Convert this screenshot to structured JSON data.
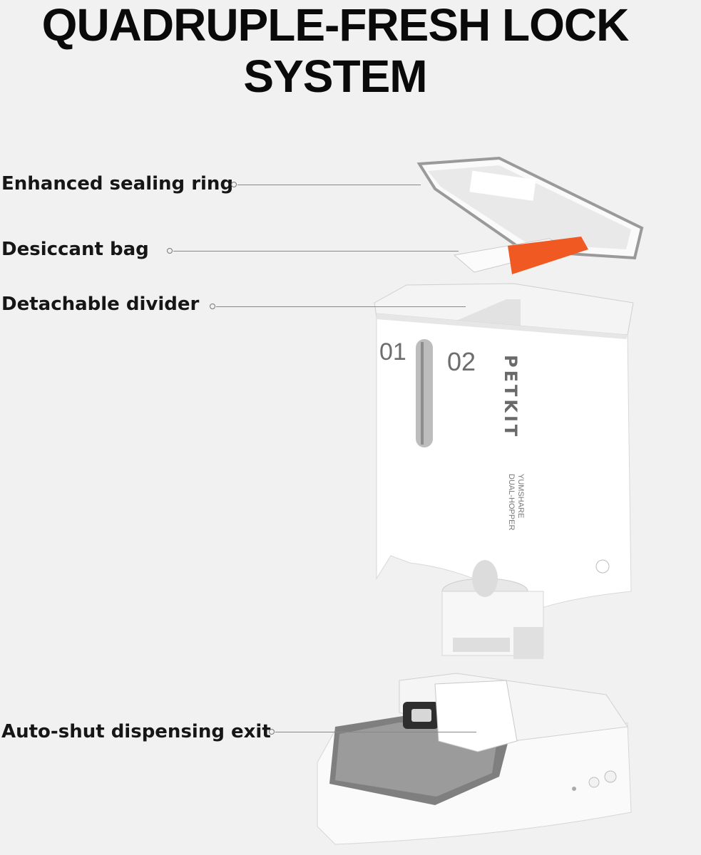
{
  "title": {
    "line1": "QUADRUPLE-FRESH LOCK",
    "line2": "SYSTEM"
  },
  "callouts": [
    {
      "label": "Enhanced sealing ring"
    },
    {
      "label": "Desiccant bag"
    },
    {
      "label": "Detachable divider"
    },
    {
      "label": "Auto-shut dispensing exit"
    }
  ],
  "product": {
    "compartment_1": "01",
    "compartment_2": "02",
    "brand": "PETKIT",
    "model_line1": "YUMSHARE",
    "model_line2": "DUAL-HOPPER",
    "accent_color": "#f05a22"
  }
}
